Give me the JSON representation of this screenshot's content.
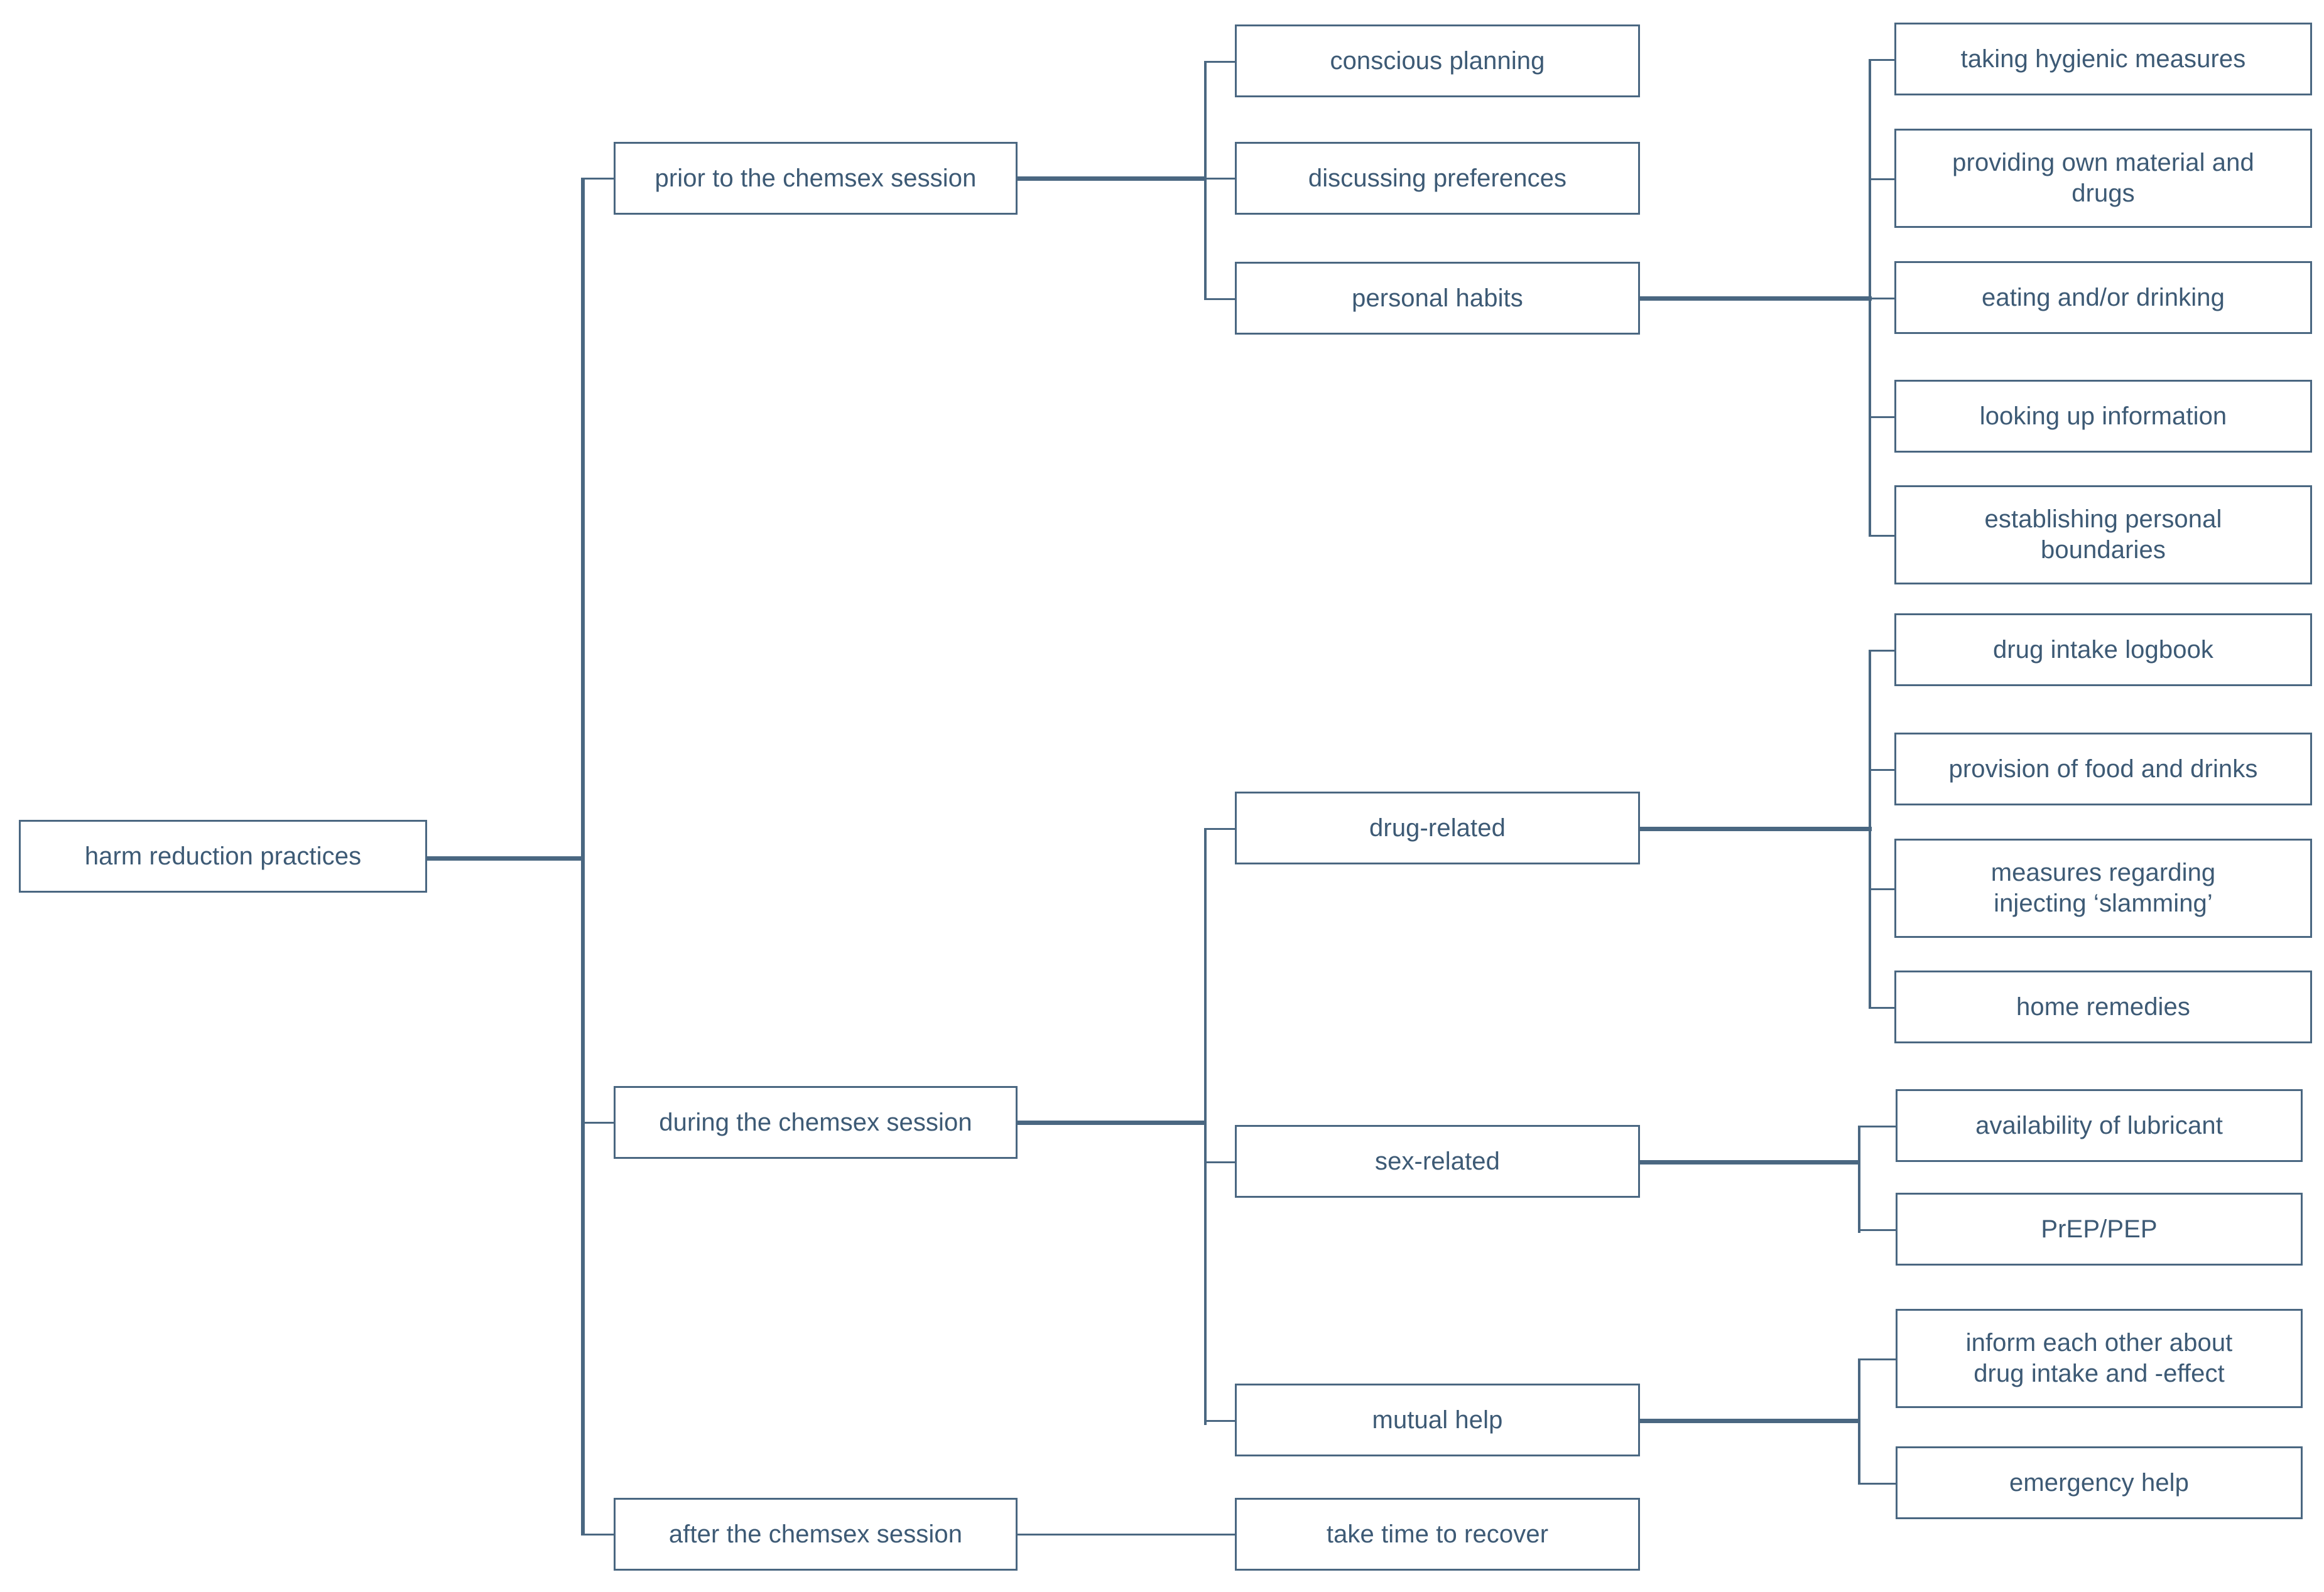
{
  "diagram": {
    "type": "tree",
    "orientation": "left-to-right",
    "title": "harm reduction practices",
    "colors": {
      "box_border": "#4a6781",
      "text": "#3d5a75",
      "connector": "#4a6781",
      "background": "#ffffff"
    },
    "root": {
      "label": "harm reduction practices"
    },
    "branches": [
      {
        "label": "prior to the chemsex session",
        "children": [
          {
            "label": "conscious planning",
            "children": []
          },
          {
            "label": "discussing preferences",
            "children": []
          },
          {
            "label": "personal habits",
            "children": [
              {
                "label": "taking hygienic measures"
              },
              {
                "label": "providing own material and drugs"
              },
              {
                "label": "eating and/or drinking"
              },
              {
                "label": "looking up information"
              },
              {
                "label": "establishing personal boundaries"
              }
            ]
          }
        ]
      },
      {
        "label": "during the chemsex session",
        "children": [
          {
            "label": "drug-related",
            "children": [
              {
                "label": "drug intake logbook"
              },
              {
                "label": "provision of food and drinks"
              },
              {
                "label": "measures regarding injecting ‘slamming’"
              },
              {
                "label": "home remedies"
              }
            ]
          },
          {
            "label": "sex-related",
            "children": [
              {
                "label": "availability of lubricant"
              },
              {
                "label": "PrEP/PEP"
              }
            ]
          },
          {
            "label": "mutual help",
            "children": [
              {
                "label": "inform each other about drug intake and -effect"
              },
              {
                "label": "emergency help"
              }
            ]
          }
        ]
      },
      {
        "label": "after the chemsex session",
        "children": [
          {
            "label": "take time to recover",
            "children": []
          }
        ]
      }
    ]
  },
  "nodes": {
    "root": "harm reduction practices",
    "prior": "prior to the chemsex session",
    "during": "during the chemsex session",
    "after": "after the chemsex session",
    "conscious_planning": "conscious planning",
    "discussing_preferences": "discussing preferences",
    "personal_habits": "personal habits",
    "taking_hygienic_measures": "taking hygienic measures",
    "providing_own_material": "providing own material and\ndrugs",
    "eating_drinking": "eating and/or drinking",
    "looking_up_information": "looking up information",
    "establishing_boundaries": "establishing personal\nboundaries",
    "drug_related": "drug-related",
    "sex_related": "sex-related",
    "mutual_help": "mutual help",
    "drug_intake_logbook": "drug intake logbook",
    "provision_food_drinks": "provision of food and drinks",
    "measures_injecting": "measures regarding\ninjecting ‘slamming’",
    "home_remedies": "home remedies",
    "availability_lubricant": "availability of lubricant",
    "prep_pep": "PrEP/PEP",
    "inform_each_other": "inform each other about\ndrug intake and -effect",
    "emergency_help": "emergency help",
    "take_time_to_recover": "take time to recover"
  }
}
